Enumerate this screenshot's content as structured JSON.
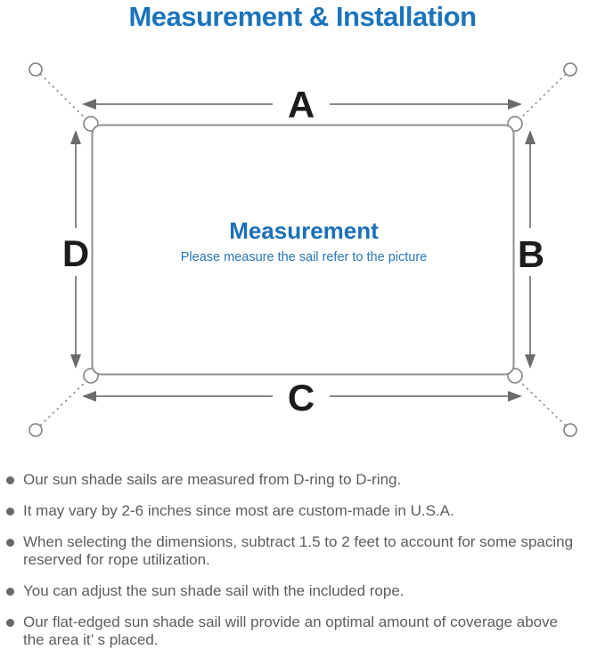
{
  "page": {
    "title": "Measurement & Installation"
  },
  "diagram": {
    "side_labels": {
      "a": "A",
      "b": "B",
      "c": "C",
      "d": "D"
    },
    "center": {
      "title": "Measurement",
      "subtitle": "Please measure the sail refer to the picture"
    }
  },
  "notes": {
    "items": [
      {
        "text": "Our sun shade sails are measured from D-ring to D-ring."
      },
      {
        "text": "It may vary by 2-6 inches since most are custom-made in U.S.A."
      },
      {
        "text": "When selecting the dimensions, subtract 1.5 to 2 feet to account for some spacing\nreserved for rope utilization."
      },
      {
        "text": "You can adjust the sun shade sail with the included rope."
      },
      {
        "text": "Our flat-edged sun shade sail will provide an optimal amount of coverage above\nthe area it’ s placed."
      }
    ]
  },
  "colors": {
    "accent_blue": "#1b74bb",
    "center_blue": "#1a6fb8",
    "subtitle_blue": "#2577ba",
    "note_text_gray": "#5d5d5d",
    "diagram_line_gray": "#7d7d7d"
  }
}
